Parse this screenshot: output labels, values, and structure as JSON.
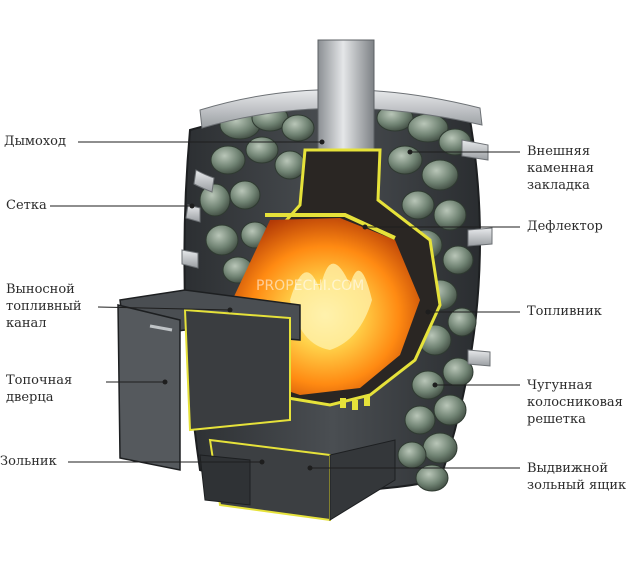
{
  "watermark": "PROPECHI.COM",
  "labels_left": [
    {
      "id": "chimney",
      "text": "Дымоход"
    },
    {
      "id": "mesh",
      "text": "Сетка"
    },
    {
      "id": "fuel-channel",
      "text": "Выносной\nтопливный\nканал"
    },
    {
      "id": "firebox-door",
      "text": "Топочная\nдверца"
    },
    {
      "id": "ash-pit",
      "text": "Зольник"
    }
  ],
  "labels_right": [
    {
      "id": "outer-stone",
      "text": "Внешняя\nкаменная\nзакладка"
    },
    {
      "id": "deflector",
      "text": "Дефлектор"
    },
    {
      "id": "firebox",
      "text": "Топливник"
    },
    {
      "id": "grate",
      "text": "Чугунная\nколосниковая\nрешетка"
    },
    {
      "id": "ash-drawer",
      "text": "Выдвижной\nзольный ящик"
    }
  ],
  "colors": {
    "metal_dark": "#3a3d40",
    "metal_mid": "#5a5e62",
    "steel_light": "#c9ccd0",
    "yellow_edge": "#e6e23a",
    "stone": "#6f8272",
    "fire": "#ff9a1a"
  }
}
